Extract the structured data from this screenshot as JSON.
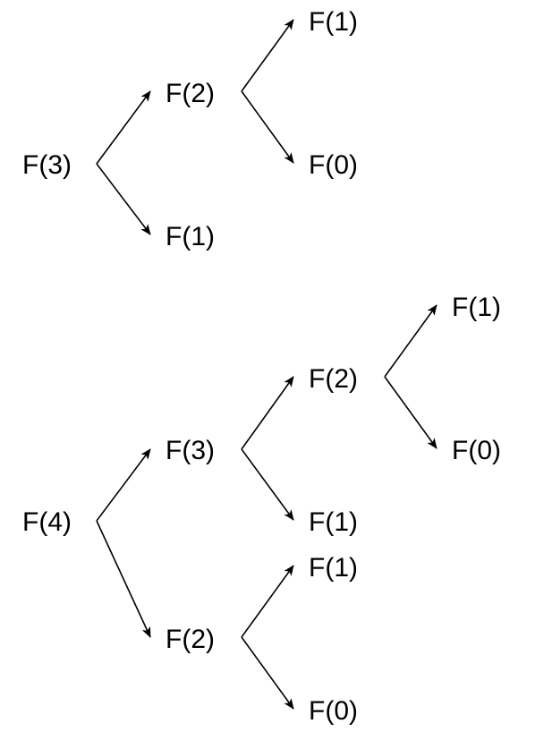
{
  "colors": {
    "line": "#000000",
    "text": "#000000",
    "background": "#ffffff"
  },
  "trees": [
    {
      "id": "tree-f3",
      "nodes": [
        {
          "id": "t1-f3",
          "label": "F(3)"
        },
        {
          "id": "t1-f2",
          "label": "F(2)"
        },
        {
          "id": "t1-f1a",
          "label": "F(1)"
        },
        {
          "id": "t1-f1b",
          "label": "F(1)"
        },
        {
          "id": "t1-f0",
          "label": "F(0)"
        }
      ],
      "edges": [
        {
          "from": "t1-f3",
          "to": "t1-f2"
        },
        {
          "from": "t1-f3",
          "to": "t1-f1a"
        },
        {
          "from": "t1-f2",
          "to": "t1-f1b"
        },
        {
          "from": "t1-f2",
          "to": "t1-f0"
        }
      ]
    },
    {
      "id": "tree-f4",
      "nodes": [
        {
          "id": "t2-f4",
          "label": "F(4)"
        },
        {
          "id": "t2-f3",
          "label": "F(3)"
        },
        {
          "id": "t2-f2a",
          "label": "F(2)"
        },
        {
          "id": "t2-f2b",
          "label": "F(2)"
        },
        {
          "id": "t2-f1a",
          "label": "F(1)"
        },
        {
          "id": "t2-f0a",
          "label": "F(0)"
        },
        {
          "id": "t2-f1b",
          "label": "F(1)"
        },
        {
          "id": "t2-f1c",
          "label": "F(1)"
        },
        {
          "id": "t2-f0b",
          "label": "F(0)"
        }
      ],
      "edges": [
        {
          "from": "t2-f4",
          "to": "t2-f3"
        },
        {
          "from": "t2-f4",
          "to": "t2-f2b"
        },
        {
          "from": "t2-f3",
          "to": "t2-f2a"
        },
        {
          "from": "t2-f3",
          "to": "t2-f1b"
        },
        {
          "from": "t2-f2a",
          "to": "t2-f1a"
        },
        {
          "from": "t2-f2a",
          "to": "t2-f0a"
        },
        {
          "from": "t2-f2b",
          "to": "t2-f1c"
        },
        {
          "from": "t2-f2b",
          "to": "t2-f0b"
        }
      ]
    }
  ]
}
